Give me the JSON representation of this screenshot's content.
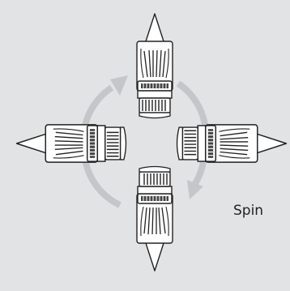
{
  "diagram": {
    "spin_label": "Spin",
    "tube_count": 4,
    "rotation_direction": "clockwise",
    "colors": {
      "background": "#e2e3e5",
      "tube_fill": "#ffffff",
      "outline": "#222222",
      "rotation_arrow": "#c4c6c9"
    }
  }
}
